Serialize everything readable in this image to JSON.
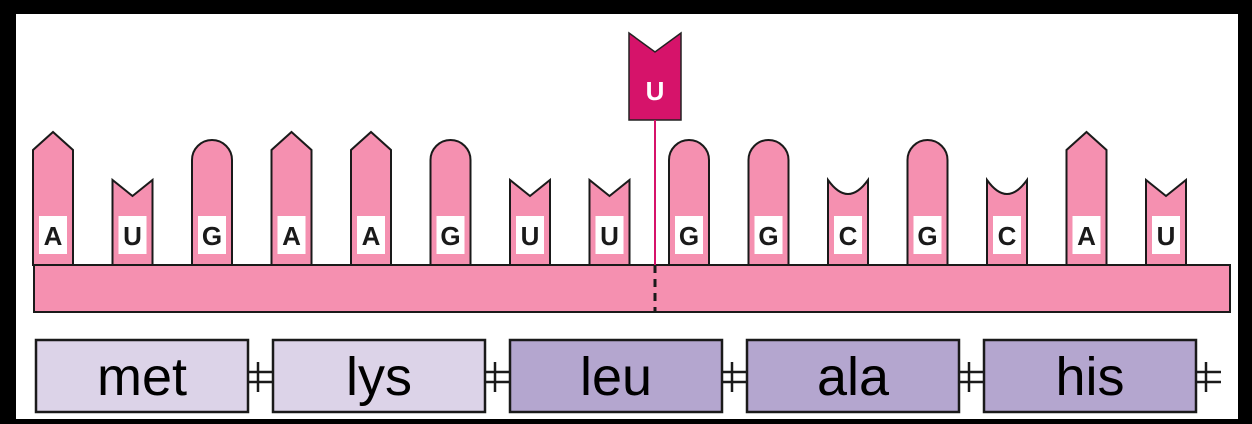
{
  "diagram": {
    "bases": [
      "A",
      "U",
      "G",
      "A",
      "A",
      "G",
      "U",
      "U",
      "G",
      "G",
      "C",
      "G",
      "C",
      "A",
      "U"
    ],
    "inserted_base": "U",
    "amino_acids": [
      {
        "label": "met",
        "tone": "light"
      },
      {
        "label": "lys",
        "tone": "light"
      },
      {
        "label": "leu",
        "tone": "dark"
      },
      {
        "label": "ala",
        "tone": "dark"
      },
      {
        "label": "his",
        "tone": "dark"
      }
    ]
  },
  "colors": {
    "background": "#000000",
    "panel": "#ffffff",
    "rna_pink": "#f590b0",
    "rna_outline": "#1a1a1a",
    "inserted_base": "#d6136a",
    "amino_light": "#dcd3e8",
    "amino_dark": "#b4a6cf"
  }
}
